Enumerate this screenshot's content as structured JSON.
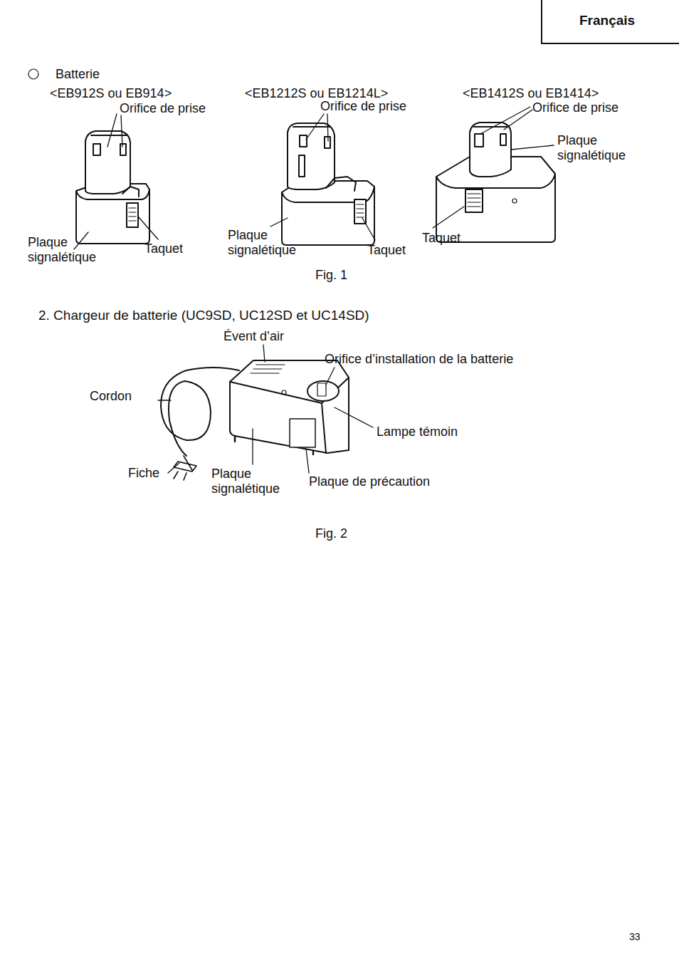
{
  "diagram": {
    "nodes": [
      {
        "text": [
          "Français"
        ]
      }
    ],
    "labels": [
      "Batterie",
      "<EB912S ou EB914>",
      "<EB1212S ou EB1214L>",
      "<EB1412S ou EB1414>",
      "Orifice de prise",
      "Orifice de prise",
      "Orifice de prise",
      "Plaque signalétique",
      "Plaque signalétique",
      "Taquet",
      "Plaque signalétique",
      "Taquet",
      "Taquet",
      "Fig. 1",
      "2. Chargeur de batterie (UC9SD, UC12SD et UC14SD)",
      "Évent d’air",
      "Orifice d’installation de la batterie",
      "Cordon",
      "Lampe témoin",
      "Fiche",
      "Plaque signalétique",
      "Plaque de précaution",
      "Fig. 2",
      "33"
    ]
  }
}
